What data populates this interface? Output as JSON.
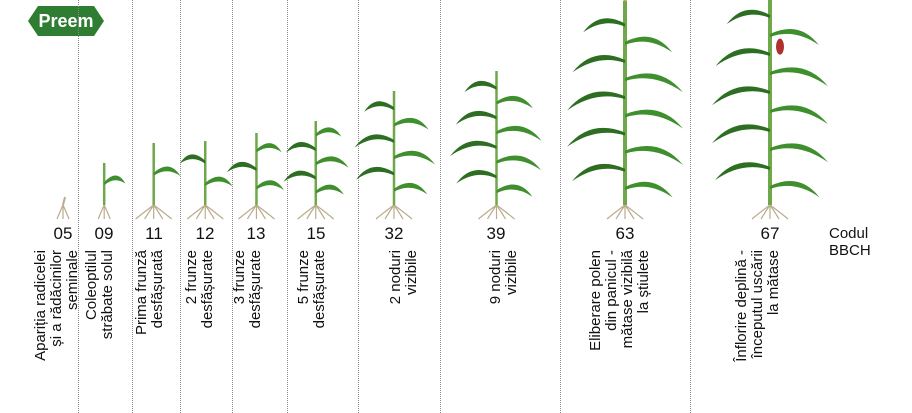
{
  "badge": {
    "label": "Preem",
    "color": "#2e7d32"
  },
  "code_axis_label": "Codul BBCH",
  "stages": [
    {
      "code": "05",
      "lines": [
        "Apariția radicelei",
        "și a rădăcinilor",
        "seminale"
      ]
    },
    {
      "code": "09",
      "lines": [
        "Coleoptilul",
        "străbate solul"
      ]
    },
    {
      "code": "11",
      "lines": [
        "Prima frunză",
        "desfășurată"
      ]
    },
    {
      "code": "12",
      "lines": [
        "2 frunze",
        "desfășurate"
      ]
    },
    {
      "code": "13",
      "lines": [
        "3 frunze",
        "desfășurate"
      ]
    },
    {
      "code": "15",
      "lines": [
        "5 frunze",
        "desfășurate"
      ]
    },
    {
      "code": "32",
      "lines": [
        "2 noduri",
        "vizibile"
      ]
    },
    {
      "code": "39",
      "lines": [
        "9 noduri",
        "vizibile"
      ]
    },
    {
      "code": "63",
      "lines": [
        "Eliberare polen",
        "din panicul -",
        "mătase vizibilă",
        "la știulete"
      ]
    },
    {
      "code": "67",
      "lines": [
        "Înflorire deplină -",
        "începutul uscării",
        "la mătase"
      ]
    }
  ],
  "colors": {
    "leaf": "#3f8f2e",
    "leaf_dark": "#2d6e22",
    "stem": "#6fa84a",
    "root": "#b9ab8c",
    "tassel": "#c8a24a",
    "silk": "#b03030"
  }
}
